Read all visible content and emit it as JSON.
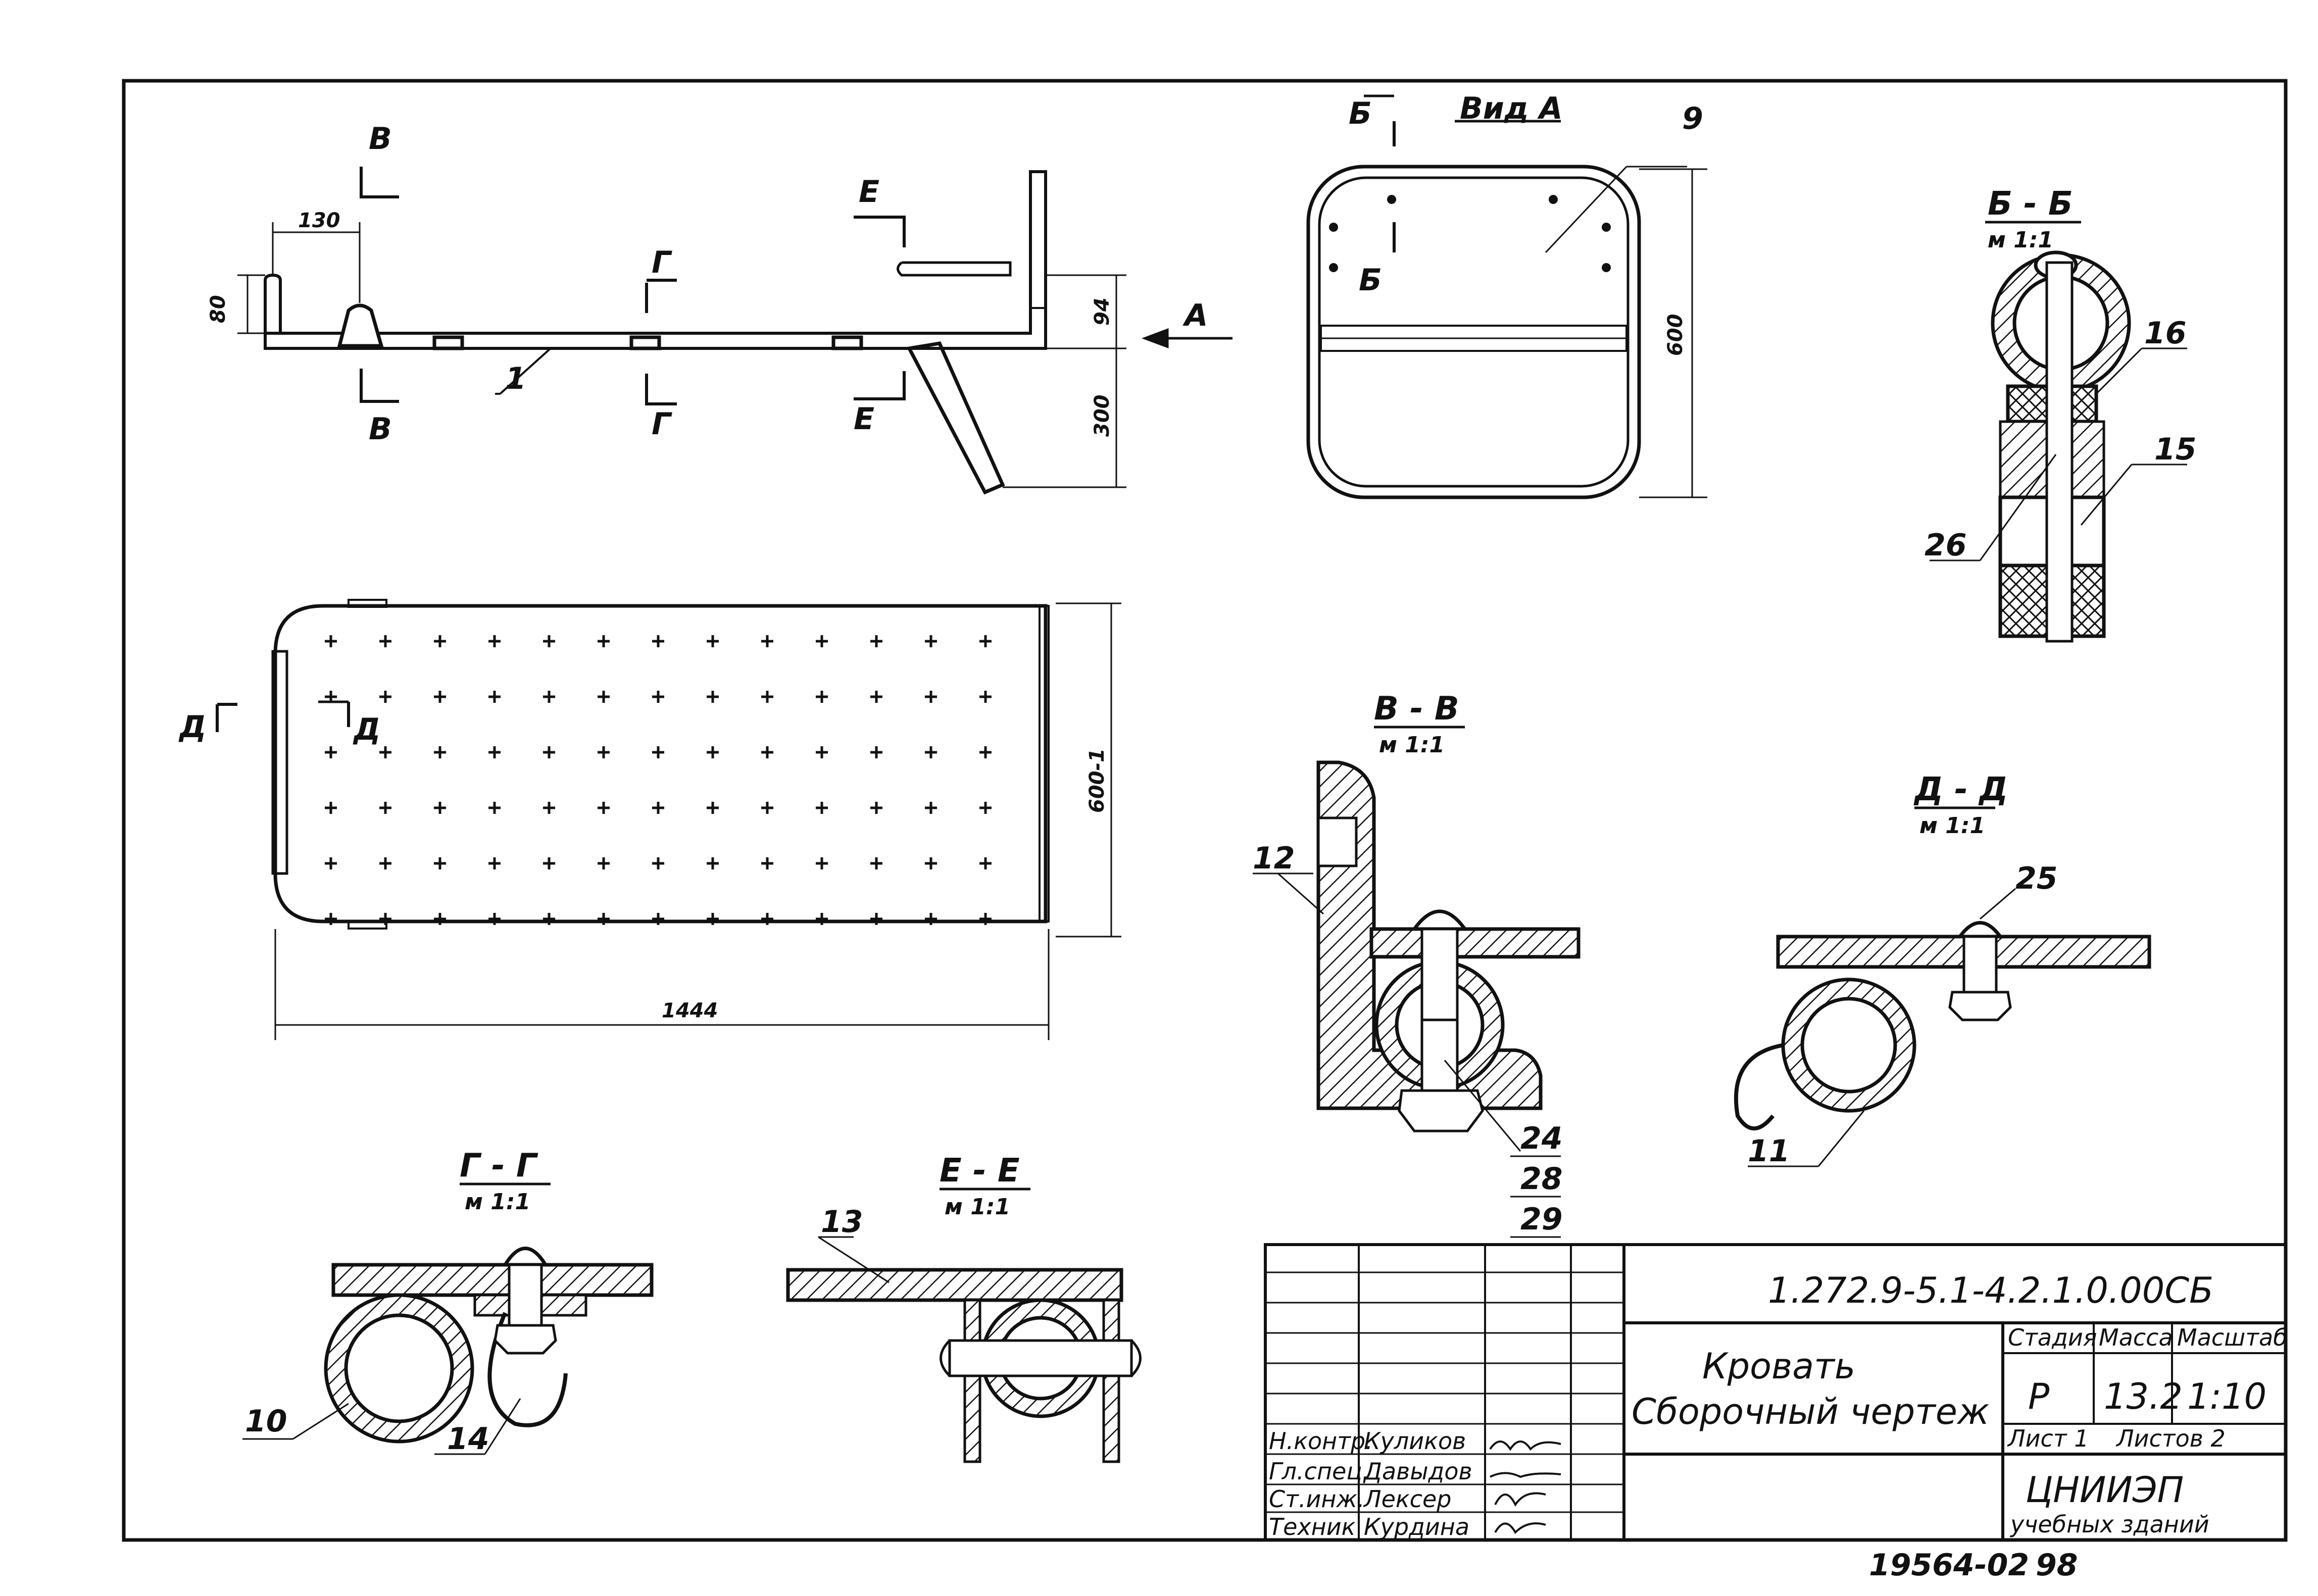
{
  "side_view": {
    "section_B_top": "В",
    "section_B_bottom": "В",
    "section_G_top": "Г",
    "section_G_bottom": "Г",
    "section_E_top": "Е",
    "section_E_bottom": "Е",
    "view_arrow": "А",
    "dim_130": "130",
    "dim_80": "80",
    "dim_94": "94",
    "dim_300": "300",
    "part_1": "1"
  },
  "view_a": {
    "title": "Вид А",
    "section_B_top": "Б",
    "section_B_bottom": "Б",
    "part_9": "9",
    "dim_600": "600"
  },
  "plan_view": {
    "section_D_left": "Д",
    "section_D_right": "Д",
    "dim_600_1": "600-1",
    "dim_1444": "1444"
  },
  "section_bb": {
    "title": "Б - Б",
    "scale": "м 1:1",
    "part_16": "16",
    "part_15": "15",
    "part_26": "26"
  },
  "section_vv": {
    "title": "В - В",
    "scale": "м 1:1",
    "part_12": "12",
    "part_24": "24",
    "part_28": "28",
    "part_29": "29"
  },
  "section_dd": {
    "title": "Д - Д",
    "scale": "м 1:1",
    "part_25": "25",
    "part_11": "11"
  },
  "section_gg": {
    "title": "Г - Г",
    "scale": "м 1:1",
    "part_10": "10",
    "part_14": "14"
  },
  "section_ee": {
    "title": "Е - Е",
    "scale": "м 1:1",
    "part_13": "13"
  },
  "title_block": {
    "doc_code": "1.272.9-5.1-4.2.1.0.00СБ",
    "name_line1": "Кровать",
    "name_line2": "Сборочный чертеж",
    "stage_label": "Стадия",
    "mass_label": "Масса",
    "scale_label": "Масштаб",
    "stage_value": "Р",
    "mass_value": "13.2",
    "scale_value": "1:10",
    "sheet_label": "Лист 1",
    "sheets_label": "Листов 2",
    "org_line1": "ЦНИИЭП",
    "org_line2": "учебных зданий",
    "roles": [
      "Н.контр.",
      "Гл.спец.",
      "Ст.инж.",
      "Техник"
    ],
    "names": [
      "Куликов",
      "Давыдов",
      "Лексер",
      "Курдина"
    ]
  },
  "footer": {
    "inventory": "19564-02",
    "page": "98"
  }
}
